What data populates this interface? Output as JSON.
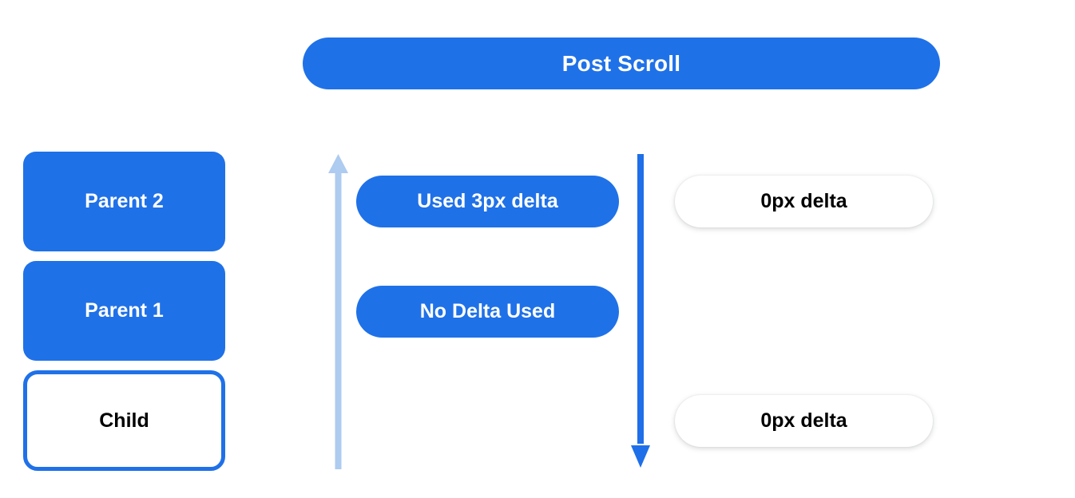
{
  "header": {
    "title": "Post Scroll"
  },
  "colors": {
    "accent_blue": "#1f71e8",
    "light_blue": "#aecbf0",
    "white": "#ffffff",
    "black": "#000000"
  },
  "left_column": {
    "nodes": [
      {
        "label": "Parent 2",
        "style": "filled"
      },
      {
        "label": "Parent 1",
        "style": "filled"
      },
      {
        "label": "Child",
        "style": "outlined"
      }
    ]
  },
  "middle_column": {
    "pills": [
      {
        "label": "Used 3px delta"
      },
      {
        "label": "No Delta Used"
      }
    ],
    "arrow": {
      "name": "scroll-up-arrow",
      "direction": "up",
      "color": "#aecbf0"
    }
  },
  "divider": {
    "arrow": {
      "name": "scroll-down-arrow",
      "direction": "down",
      "color": "#1f71e8"
    }
  },
  "right_column": {
    "pills": [
      {
        "label": "0px delta"
      },
      {
        "label": "0px delta"
      }
    ]
  }
}
